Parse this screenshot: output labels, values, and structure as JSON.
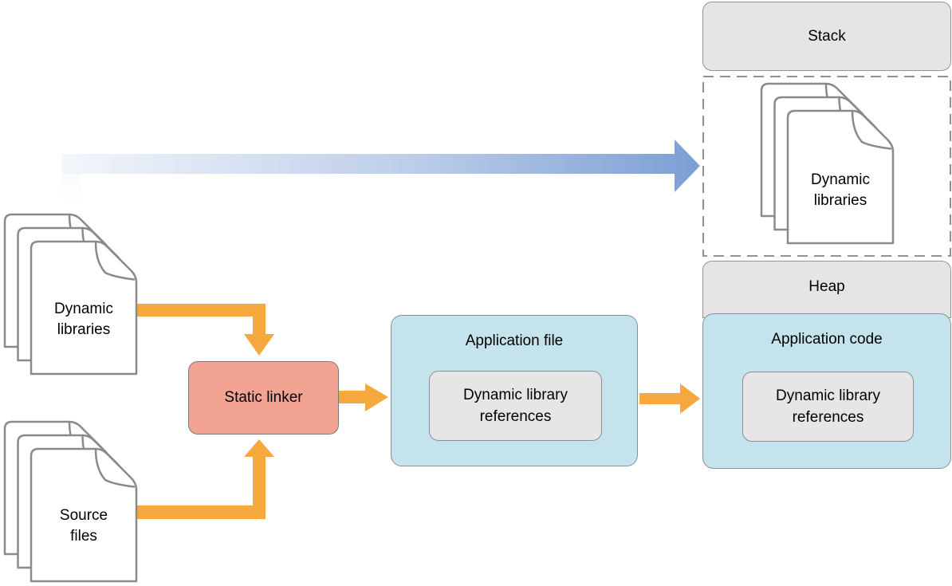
{
  "build": {
    "dynamic_libraries": {
      "line1": "Dynamic",
      "line2": "libraries"
    },
    "source_files": {
      "line1": "Source",
      "line2": "files"
    },
    "static_linker": {
      "label": "Static linker"
    },
    "application_file": {
      "title": "Application file",
      "references": {
        "line1": "Dynamic library",
        "line2": "references"
      }
    }
  },
  "memory": {
    "stack_label": "Stack",
    "heap_label": "Heap",
    "loaded_dynamic_libraries": {
      "line1": "Dynamic",
      "line2": "libraries"
    },
    "application_code": {
      "title": "Application code",
      "references": {
        "line1": "Dynamic library",
        "line2": "references"
      }
    }
  },
  "icons": {
    "dynamic_libraries_files": "document-stack-icon",
    "source_files": "document-stack-icon",
    "loaded_dynamic_libraries": "document-stack-icon"
  },
  "colors": {
    "arrow_orange": "#F5A83E",
    "arrow_blue_start": "#F3F6FB",
    "arrow_blue_end": "#7B9FD3",
    "static_linker_fill": "#F2A391",
    "blue_container_fill": "#C5E3EC",
    "gray_header_fill": "#E5E5E5",
    "reference_box_fill": "#E6E6E6",
    "outline_gray": "#8A8A8A"
  }
}
